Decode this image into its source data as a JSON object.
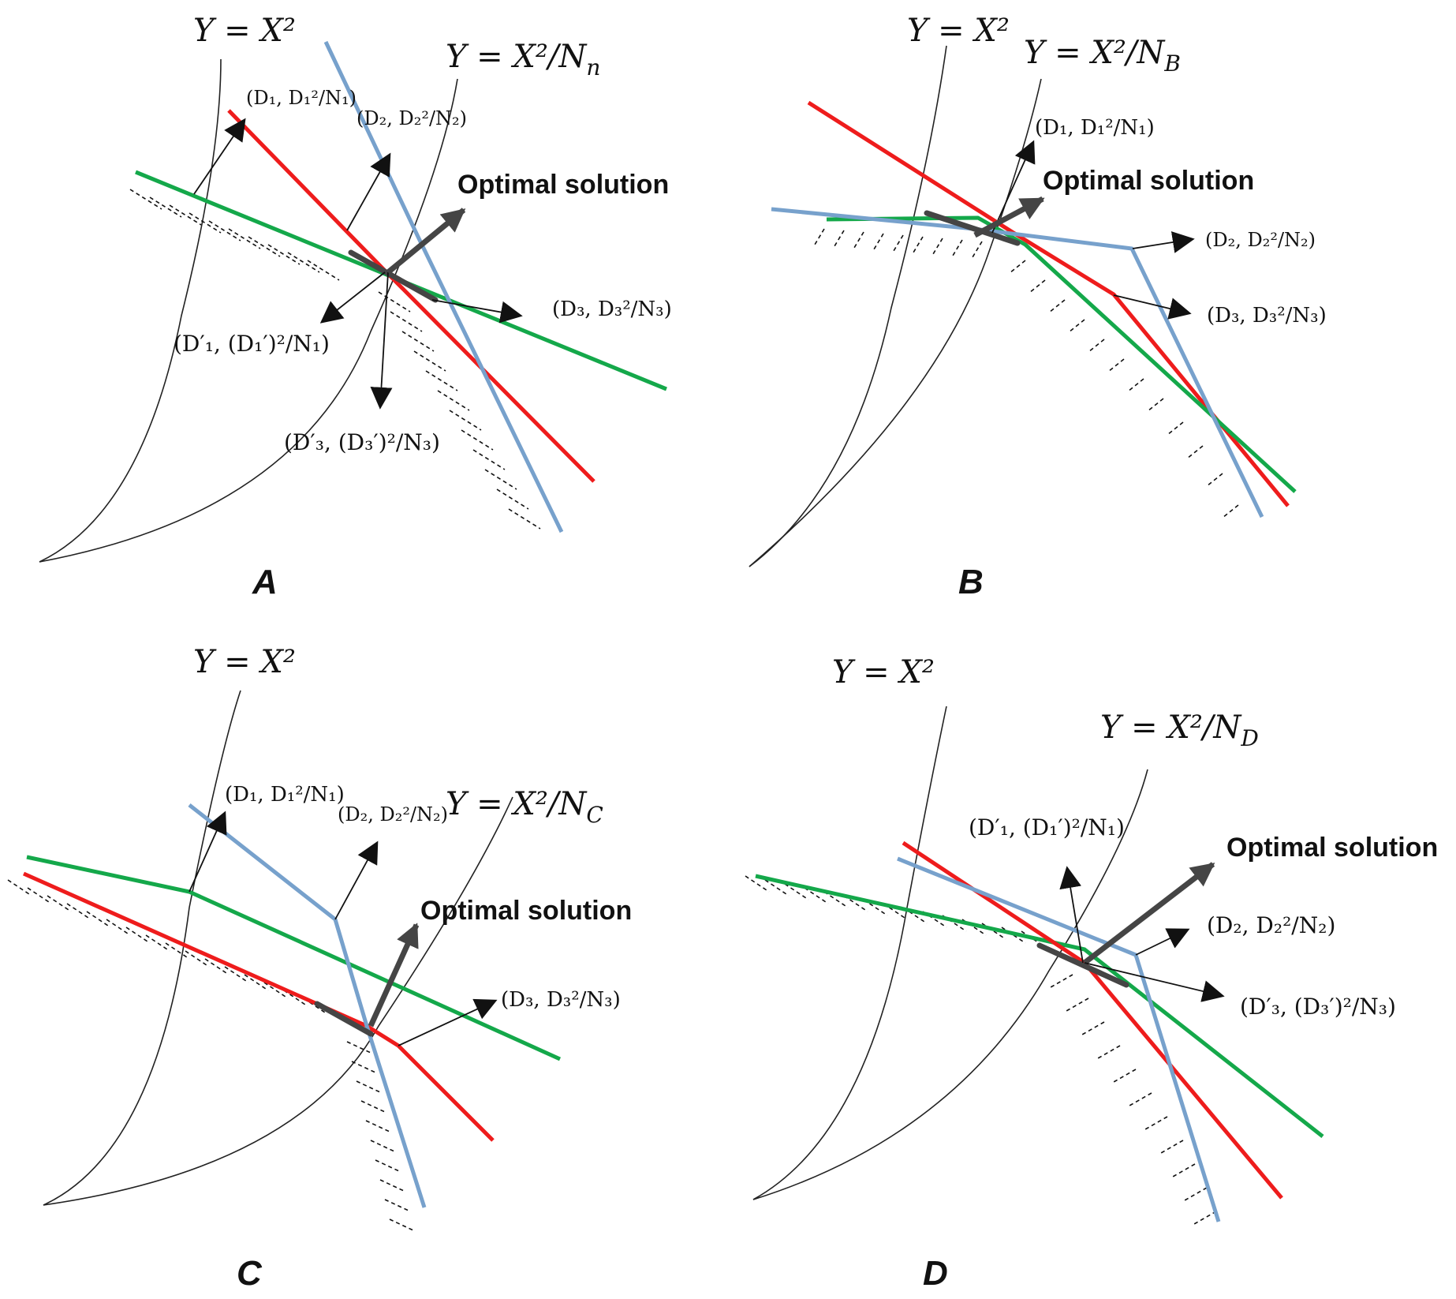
{
  "colors": {
    "red": "#ee1c1c",
    "green": "#14a84a",
    "blue": "#77a1cc",
    "optimal_arrow": "#454545"
  },
  "panels": {
    "A": {
      "label": "A",
      "curve_outer": "Y = X²",
      "curve_inner": "Y = X²/N",
      "curve_inner_sub": "n",
      "optimal_solution": "Optimal solution",
      "d1": "(D₁, D₁²/N₁)",
      "d2": "(D₂, D₂²/N₂)",
      "d3": "(D₃, D₃²/N₃)",
      "d1p": "(D′₁, (D₁′)²/N₁)",
      "d3p": "(D′₃, (D₃′)²/N₃)"
    },
    "B": {
      "label": "B",
      "curve_outer": "Y = X²",
      "curve_inner": "Y = X²/N",
      "curve_inner_sub": "B",
      "optimal_solution": "Optimal solution",
      "d1": "(D₁, D₁²/N₁)",
      "d2": "(D₂, D₂²/N₂)",
      "d3": "(D₃, D₃²/N₃)"
    },
    "C": {
      "label": "C",
      "curve_outer": "Y = X²",
      "curve_inner": "Y = X²/N",
      "curve_inner_sub": "C",
      "optimal_solution": "Optimal solution",
      "d1": "(D₁, D₁²/N₁)",
      "d2": "(D₂, D₂²/N₂)",
      "d3": "(D₃, D₃²/N₃)"
    },
    "D": {
      "label": "D",
      "curve_outer": "Y = X²",
      "curve_inner": "Y = X²/N",
      "curve_inner_sub": "D",
      "optimal_solution": "Optimal solution",
      "d1p": "(D′₁, (D₁′)²/N₁)",
      "d2": "(D₂, D₂²/N₂)",
      "d3p": "(D′₃, (D₃′)²/N₃)"
    }
  }
}
